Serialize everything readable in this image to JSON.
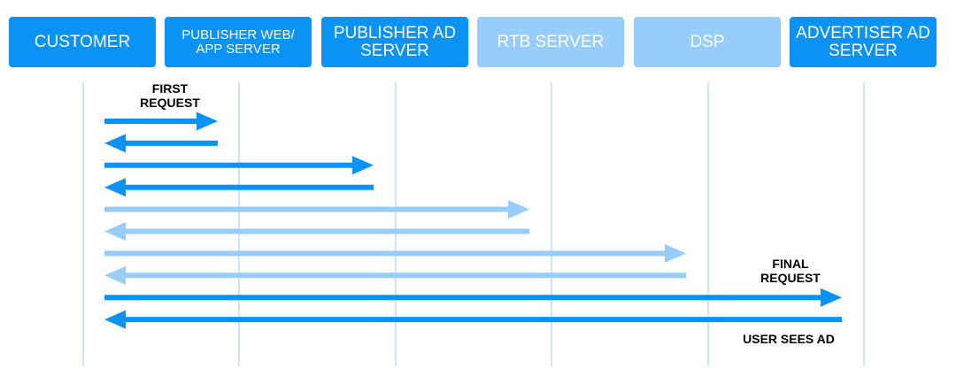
{
  "colors": {
    "primary": "#0a93f5",
    "light": "#96cdfa",
    "lane": "#aed6f4"
  },
  "headers": [
    {
      "label": "CUSTOMER",
      "tone": "primary"
    },
    {
      "label": "PUBLISHER WEB/\nAPP SERVER",
      "tone": "primary"
    },
    {
      "label": "PUBLISHER AD\nSERVER",
      "tone": "primary"
    },
    {
      "label": "RTB SERVER",
      "tone": "light"
    },
    {
      "label": "DSP",
      "tone": "light"
    },
    {
      "label": "ADVERTISER AD\nSERVER",
      "tone": "primary"
    }
  ],
  "messages": [
    {
      "from": 0,
      "to": 1,
      "tone": "primary"
    },
    {
      "from": 1,
      "to": 0,
      "tone": "primary"
    },
    {
      "from": 0,
      "to": 2,
      "tone": "primary"
    },
    {
      "from": 2,
      "to": 0,
      "tone": "primary"
    },
    {
      "from": 0,
      "to": 3,
      "tone": "light"
    },
    {
      "from": 3,
      "to": 0,
      "tone": "light"
    },
    {
      "from": 0,
      "to": 4,
      "tone": "light"
    },
    {
      "from": 4,
      "to": 0,
      "tone": "light"
    },
    {
      "from": 0,
      "to": 5,
      "tone": "primary"
    },
    {
      "from": 5,
      "to": 0,
      "tone": "primary"
    }
  ],
  "annotations": {
    "first_request": "FIRST\nREQUEST",
    "final_request": "FINAL\nREQUEST",
    "user_sees_ad": "USER SEES AD"
  }
}
